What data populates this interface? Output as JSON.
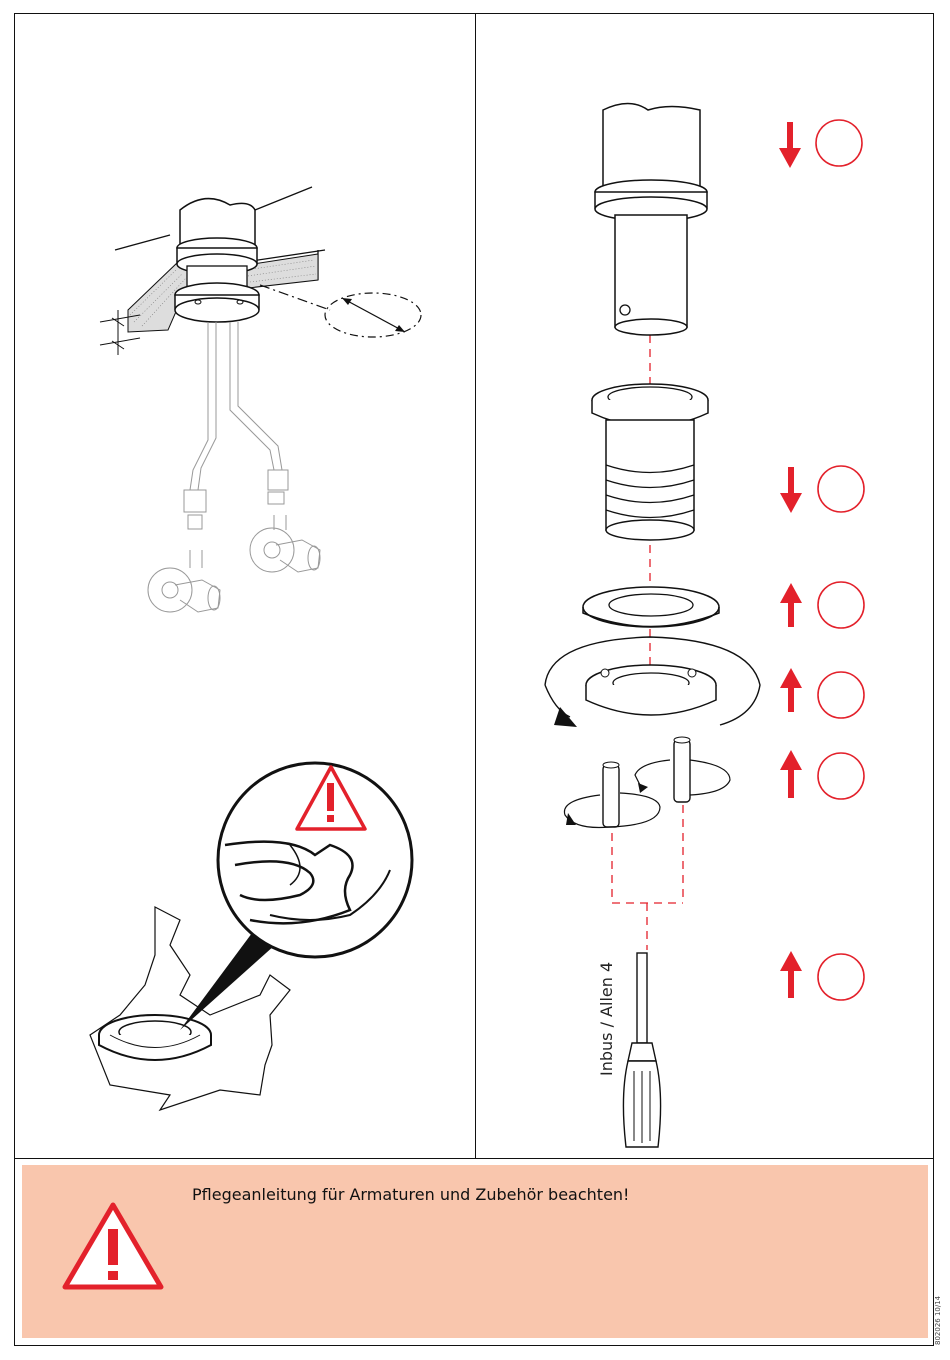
{
  "notice": {
    "text": "Pflegeanleitung für Armaturen und Zubehör beachten!"
  },
  "tool": {
    "label": "Inbus / Allen 4"
  },
  "document": {
    "code": "802026 10/14"
  },
  "colors": {
    "accent_red": "#e3212b",
    "notice_background": "#f9c6ad",
    "line": "#111111"
  },
  "icons": {
    "warning": "warning-triangle-icon",
    "arrow_down": "arrow-down-icon",
    "arrow_up": "arrow-up-icon",
    "step_circle": "step-circle-icon",
    "rotate": "rotate-arrow-icon"
  },
  "steps": [
    {
      "direction": "down"
    },
    {
      "direction": "down"
    },
    {
      "direction": "up"
    },
    {
      "direction": "up"
    },
    {
      "direction": "up"
    },
    {
      "direction": "up"
    }
  ]
}
